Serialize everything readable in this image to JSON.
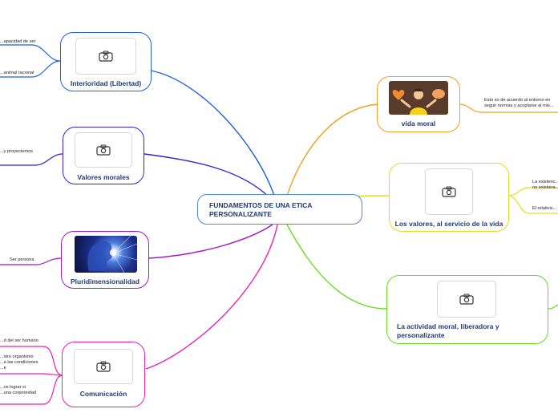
{
  "central": {
    "title": "FUNDAMENTOS DE UNA ETICA PERSONALIZANTE",
    "color": "#4a8ad0"
  },
  "branches": {
    "interioridad": {
      "label": "Interioridad (Libertad)",
      "color": "#1f5fe0",
      "image": "camera-icon",
      "children": [
        "...apacidad de ser",
        "...animal racional"
      ]
    },
    "valores_morales": {
      "label": "Valores morales",
      "color": "#3a1fd6",
      "image": "camera-icon",
      "children": [
        "...y proyectemos"
      ]
    },
    "pluridimensionalidad": {
      "label": "Pluridimensionalidad",
      "color": "#a316c8",
      "image": "glowing-head-photo",
      "children": [
        "Ser persona"
      ]
    },
    "comunicacion": {
      "label": "Comunicación",
      "color": "#ee1fb8",
      "image": "camera-icon",
      "children": [
        "...d del ser humano",
        "...stro organismo\n...a las condiciones\n...e",
        "...os lograr si\n...una corporeidad"
      ]
    },
    "vida_moral": {
      "label": "vida moral",
      "color": "#f0a020",
      "image": "heart-brain-illustration",
      "children": [
        "Esto es de acuerdo al entorno en\nseguir normas y acoplarse al mis..."
      ]
    },
    "valores_servicio": {
      "label": "Los valores, al servicio de la vida",
      "color": "#dde020",
      "image": "camera-icon",
      "children": [
        "La existenc...\nno existiera...",
        "El relativis..."
      ]
    },
    "actividad_moral": {
      "label": "La actividad moral, liberadora y personalizante",
      "color": "#66dd22",
      "image": "camera-icon",
      "children": []
    }
  }
}
